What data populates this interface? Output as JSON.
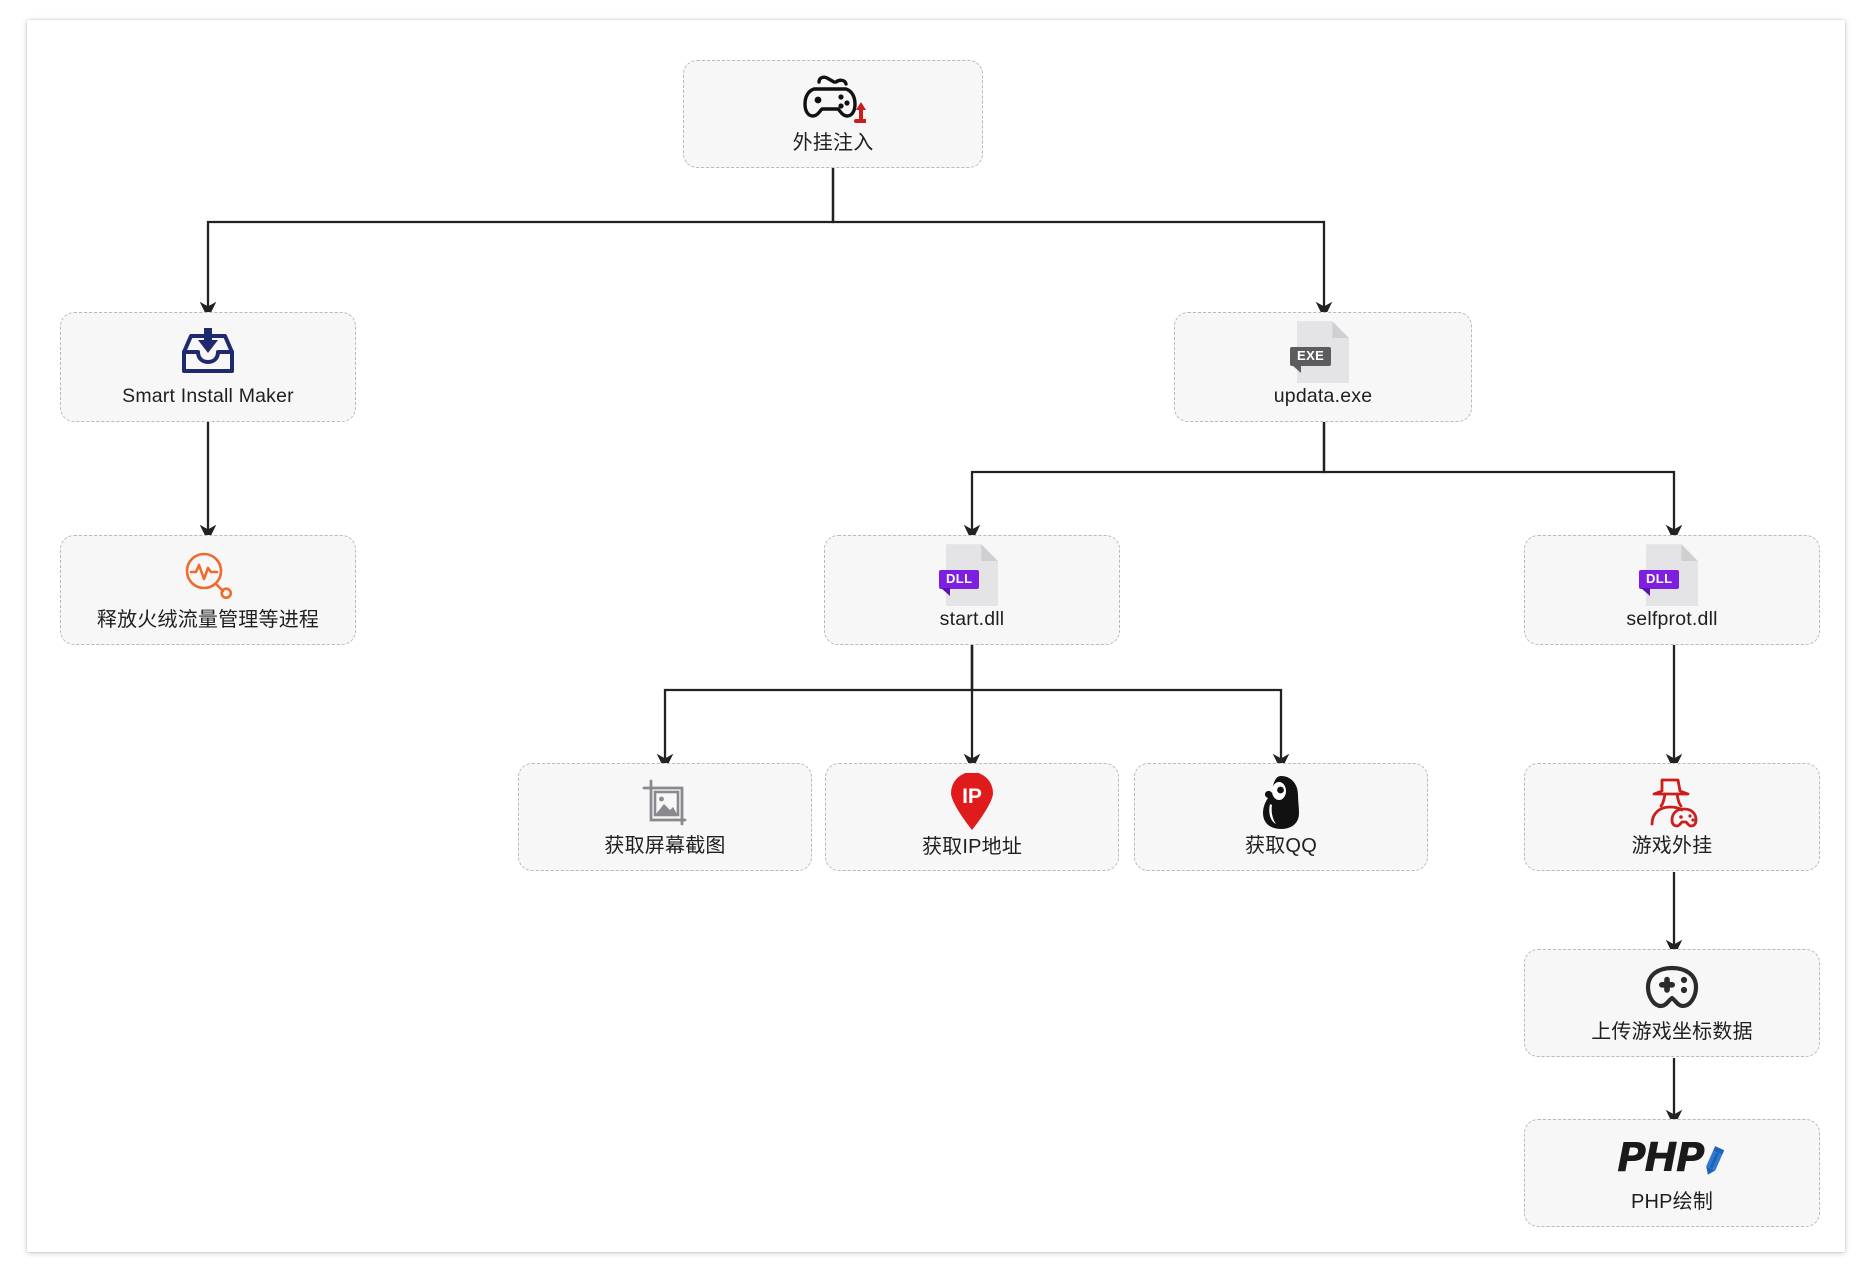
{
  "diagram": {
    "type": "flowchart",
    "title": "外挂注入",
    "canvas_background": "#ffffff",
    "node_fill": "#f7f7f8",
    "node_border": "#b9b9bd",
    "edge_color": "#222222",
    "nodes": [
      {
        "id": "root",
        "label": "外挂注入",
        "icon": "gamepad-inject-icon",
        "icon_colors": [
          "#111111",
          "#cc1c1c"
        ]
      },
      {
        "id": "sim",
        "label": "Smart Install Maker",
        "icon": "inbox-download-icon",
        "icon_colors": [
          "#1f2a6e"
        ]
      },
      {
        "id": "release",
        "label": "释放火绒流量管理等进程",
        "icon": "pulse-search-icon",
        "icon_colors": [
          "#ef6a2c"
        ]
      },
      {
        "id": "updata",
        "label": "updata.exe",
        "icon": "exe-file-icon",
        "badge": "EXE",
        "icon_colors": [
          "#e4e4e6",
          "#5c5c5e"
        ]
      },
      {
        "id": "startdll",
        "label": "start.dll",
        "icon": "dll-file-icon",
        "badge": "DLL",
        "icon_colors": [
          "#e4e4e6",
          "#7d1ee0"
        ]
      },
      {
        "id": "selfprot",
        "label": "selfprot.dll",
        "icon": "dll-file-icon",
        "badge": "DLL",
        "icon_colors": [
          "#e4e4e6",
          "#7d1ee0"
        ]
      },
      {
        "id": "screenshot",
        "label": "获取屏幕截图",
        "icon": "screenshot-crop-icon",
        "icon_colors": [
          "#8a8a8e"
        ]
      },
      {
        "id": "ip",
        "label": "获取IP地址",
        "icon": "ip-map-pin-icon",
        "badge": "IP",
        "icon_colors": [
          "#e01b1b",
          "#ffffff"
        ]
      },
      {
        "id": "qq",
        "label": "获取QQ",
        "icon": "qq-penguin-icon",
        "icon_colors": [
          "#111111"
        ]
      },
      {
        "id": "cheat",
        "label": "游戏外挂",
        "icon": "hacker-gamepad-icon",
        "icon_colors": [
          "#cc1c1c"
        ]
      },
      {
        "id": "upload",
        "label": "上传游戏坐标数据",
        "icon": "game-controller-icon",
        "icon_colors": [
          "#2b2b2d"
        ]
      },
      {
        "id": "php",
        "label": "PHP绘制",
        "icon": "php-pencil-icon",
        "icon_text": "PHP",
        "icon_colors": [
          "#1a1a1a",
          "#1f63b8"
        ]
      }
    ],
    "edges": [
      {
        "from": "root",
        "to": "sim"
      },
      {
        "from": "root",
        "to": "updata"
      },
      {
        "from": "sim",
        "to": "release"
      },
      {
        "from": "updata",
        "to": "startdll"
      },
      {
        "from": "updata",
        "to": "selfprot"
      },
      {
        "from": "startdll",
        "to": "screenshot"
      },
      {
        "from": "startdll",
        "to": "ip"
      },
      {
        "from": "startdll",
        "to": "qq"
      },
      {
        "from": "selfprot",
        "to": "cheat"
      },
      {
        "from": "cheat",
        "to": "upload"
      },
      {
        "from": "upload",
        "to": "php"
      }
    ]
  }
}
